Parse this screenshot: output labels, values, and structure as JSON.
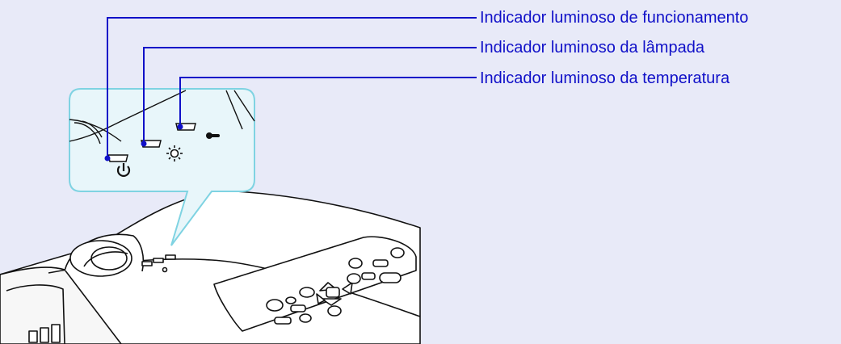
{
  "indicators": [
    {
      "id": "power",
      "label": "Indicador luminoso de funcionamento"
    },
    {
      "id": "lamp",
      "label": "Indicador luminoso da lâmpada"
    },
    {
      "id": "temp",
      "label": "Indicador luminoso da temperatura"
    }
  ],
  "colors": {
    "background": "#e8eaf8",
    "callout_fill": "#e8f6fa",
    "callout_border": "#7fd3e2",
    "leader_line": "#1010c8",
    "label_text": "#1010c8"
  },
  "icons": [
    "power-icon",
    "lamp-icon",
    "temperature-icon"
  ]
}
